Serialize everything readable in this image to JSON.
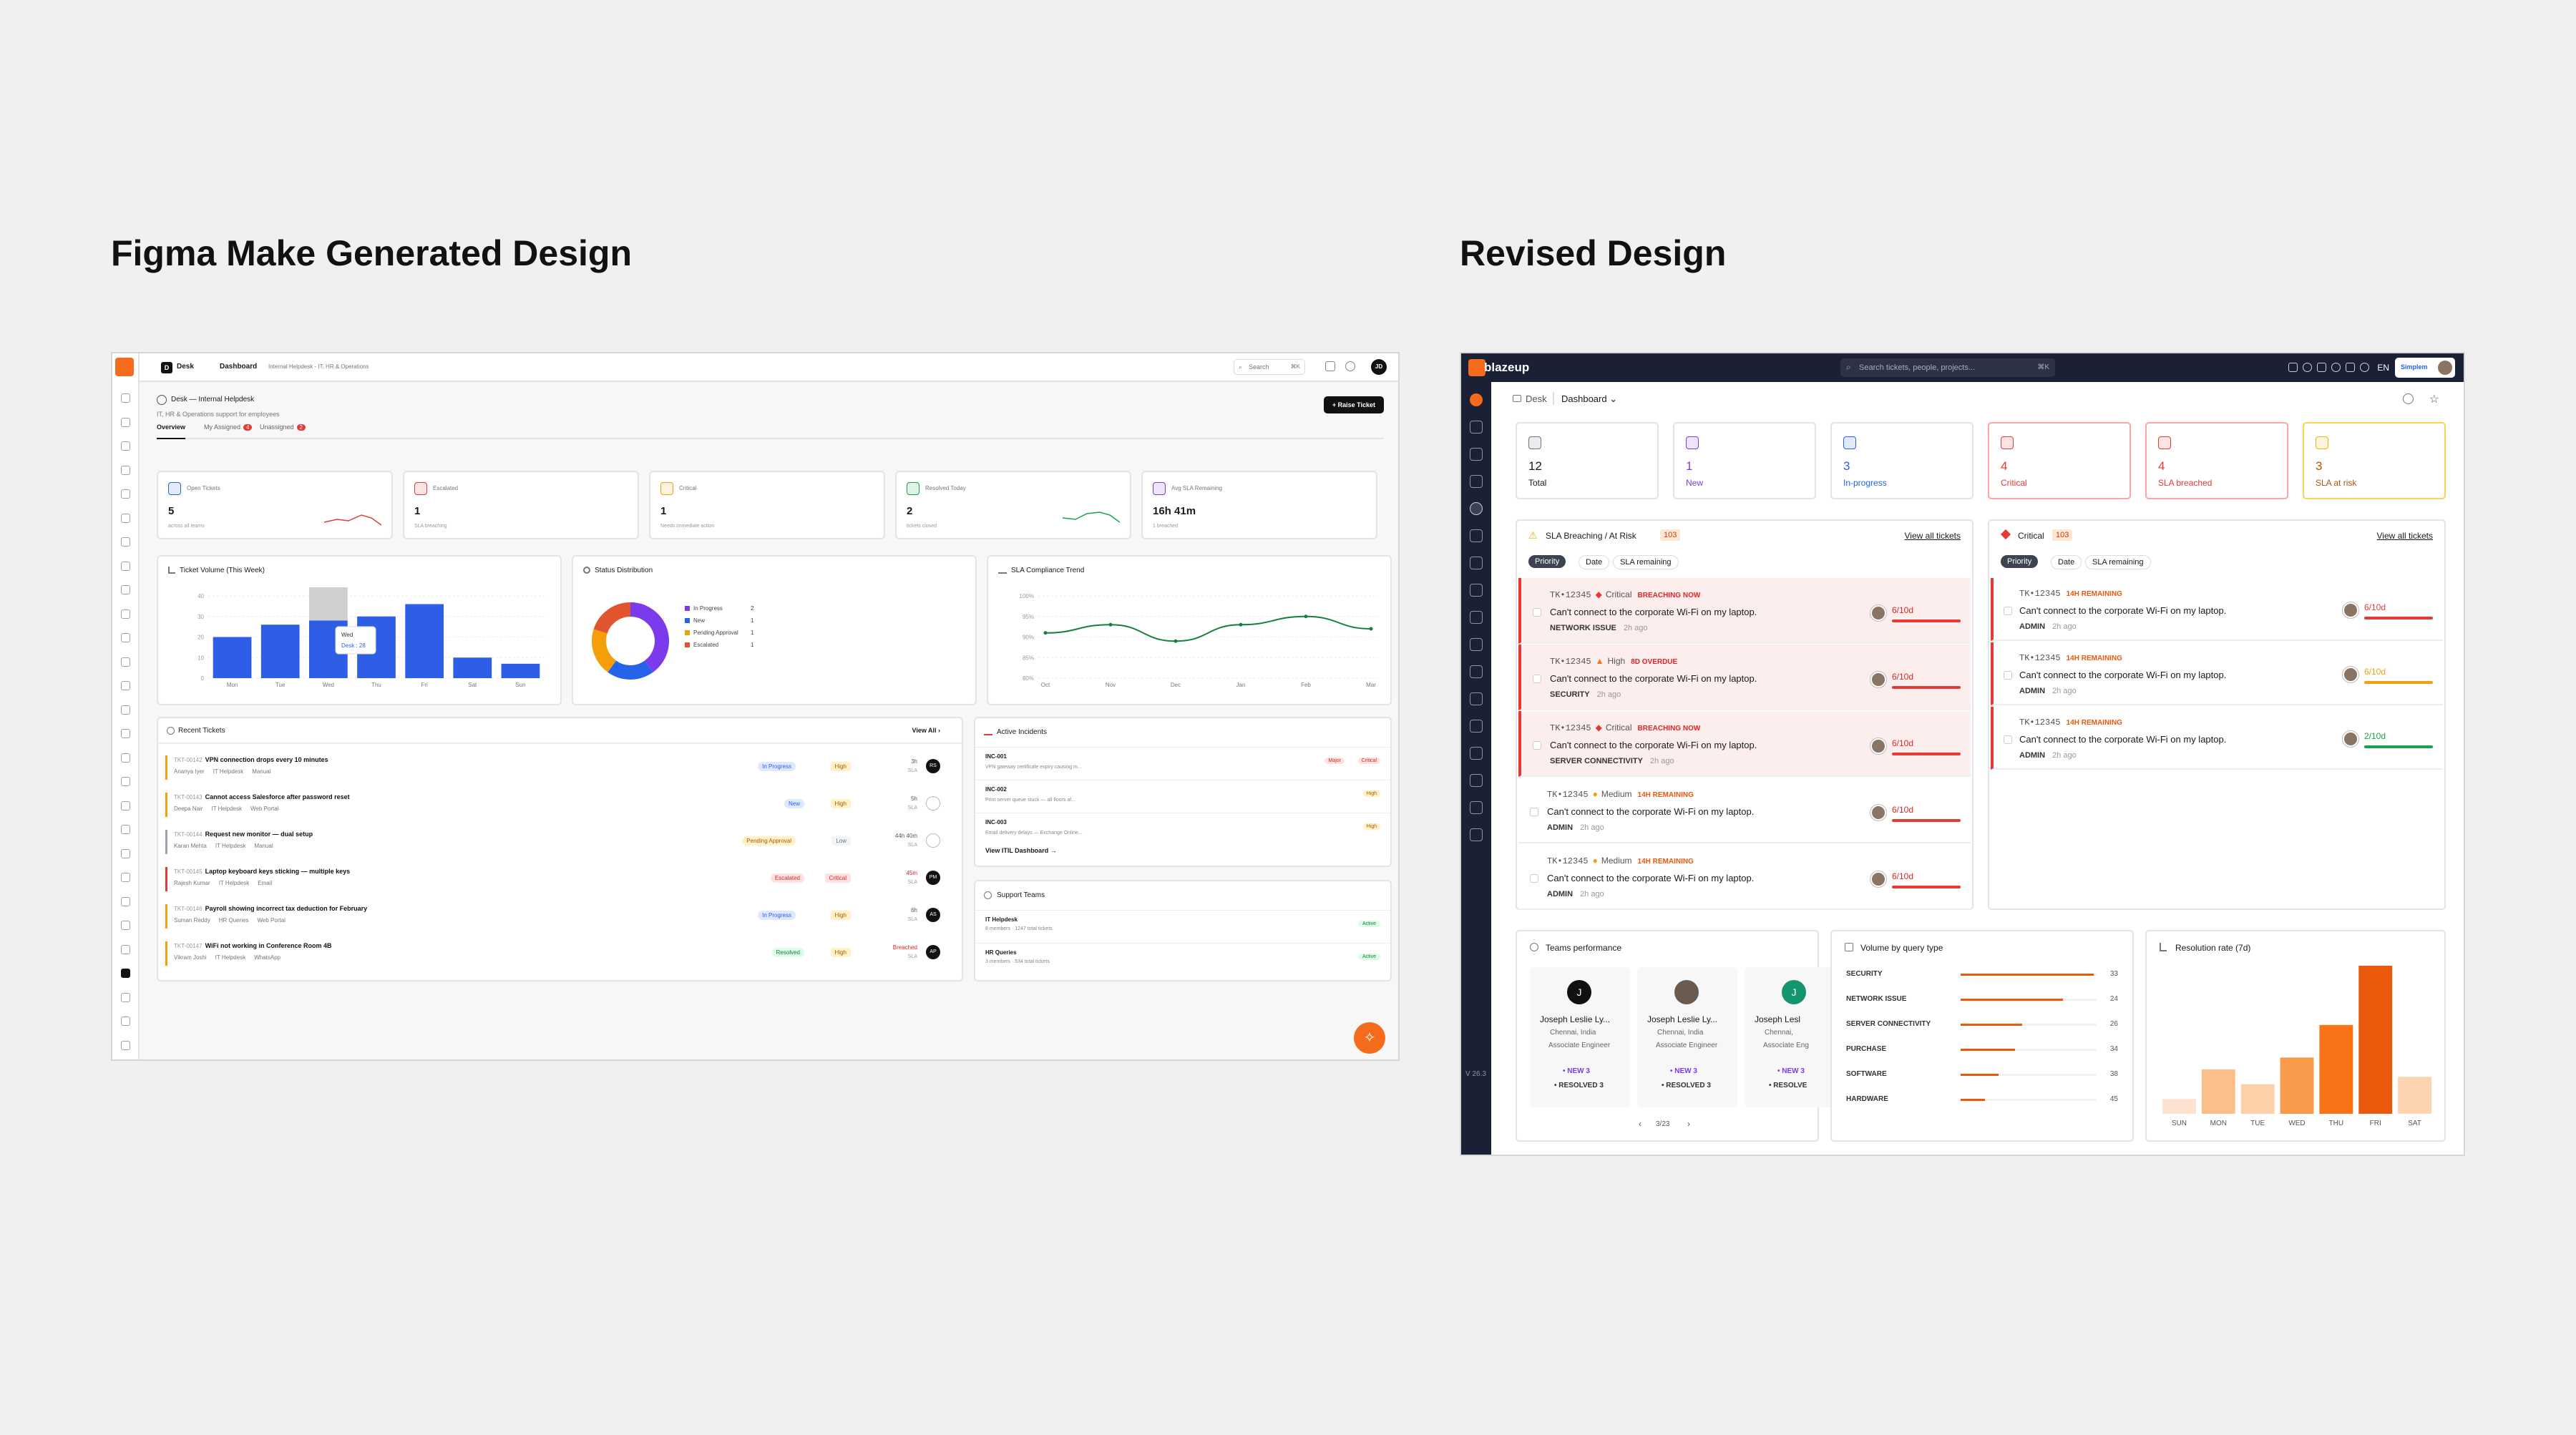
{
  "left_heading": "Figma Make Generated Design",
  "right_heading": "Revised Design",
  "left": {
    "topbar": {
      "app": "Desk",
      "dashboard": "Dashboard",
      "breadcrumb": "Internal Helpdesk - IT, HR & Operations",
      "search": "Search",
      "shortcut": "⌘K",
      "avatar": "JD"
    },
    "page_title": "Desk — Internal Helpdesk",
    "page_subtitle": "IT, HR & Operations support for employees",
    "raise_button": "+ Raise Ticket",
    "tabs": [
      {
        "label": "Overview"
      },
      {
        "label": "My Assigned",
        "count": "4"
      },
      {
        "label": "Unassigned",
        "count": "2"
      }
    ],
    "kpis": [
      {
        "label": "Open Tickets",
        "value": "5",
        "sub": "across all teams",
        "color": "#2563eb"
      },
      {
        "label": "Escalated",
        "value": "1",
        "sub": "SLA breaching",
        "color": "#e53935"
      },
      {
        "label": "Critical",
        "value": "1",
        "sub": "Needs immediate action",
        "color": "#f59e0b"
      },
      {
        "label": "Resolved Today",
        "value": "2",
        "sub": "tickets closed",
        "color": "#16a34a"
      },
      {
        "label": "Avg SLA Remaining",
        "value": "16h 41m",
        "sub": "1 breached",
        "color": "#7c3aed"
      }
    ],
    "volume_title": "Ticket Volume (This Week)",
    "volume_chart": {
      "type": "bar",
      "categories": [
        "Mon",
        "Tue",
        "Wed",
        "Thu",
        "Fri",
        "Sat",
        "Sun"
      ],
      "values": [
        20,
        26,
        28,
        30,
        36,
        10,
        7
      ],
      "ylim": [
        0,
        40
      ],
      "yticks": [
        "40",
        "30",
        "20",
        "10",
        "0"
      ],
      "tooltip_title": "Wed",
      "tooltip_value": "Desk : 28"
    },
    "status_title": "Status Distribution",
    "status_chart": {
      "type": "pie",
      "slices": [
        {
          "name": "In Progress",
          "value": 2,
          "color": "#7c3aed"
        },
        {
          "name": "New",
          "value": 1,
          "color": "#2563eb"
        },
        {
          "name": "Pending Approval",
          "value": 1,
          "color": "#f59e0b"
        },
        {
          "name": "Escalated",
          "value": 1,
          "color": "#e0542e"
        }
      ]
    },
    "sla_title": "SLA Compliance Trend",
    "sla_chart": {
      "type": "line",
      "categories": [
        "Oct",
        "Nov",
        "Dec",
        "Jan",
        "Feb",
        "Mar"
      ],
      "values": [
        91,
        93,
        89,
        93,
        95,
        92
      ],
      "ylim": [
        80,
        100
      ],
      "yticks": [
        "100",
        "95",
        "90",
        "85",
        "80"
      ]
    },
    "recent_title": "Recent Tickets",
    "view_all": "View All ›",
    "tickets": [
      {
        "id": "TKT-00142",
        "title": "VPN connection drops every 10 minutes",
        "person": "Ananya Iyer",
        "team": "IT Helpdesk",
        "channel": "Manual",
        "status": "In Progress",
        "priority": "High",
        "sla": "3h",
        "avatar": "RS",
        "bar": "#f59e0b"
      },
      {
        "id": "TKT-00143",
        "title": "Cannot access Salesforce after password reset",
        "person": "Deepa Nair",
        "team": "IT Helpdesk",
        "channel": "Web Portal",
        "status": "New",
        "priority": "High",
        "sla": "5h",
        "avatar": "",
        "bar": "#f59e0b"
      },
      {
        "id": "TKT-00144",
        "title": "Request new monitor — dual setup",
        "person": "Karan Mehta",
        "team": "IT Helpdesk",
        "channel": "Manual",
        "status": "Pending Approval",
        "priority": "Low",
        "sla": "44h 40m",
        "avatar": "",
        "bar": "#9ca3af"
      },
      {
        "id": "TKT-00145",
        "title": "Laptop keyboard keys sticking — multiple keys",
        "person": "Rajesh Kumar",
        "team": "IT Helpdesk",
        "channel": "Email",
        "status": "Escalated",
        "priority": "Critical",
        "sla": "45m",
        "avatar": "PM",
        "bar": "#e53935"
      },
      {
        "id": "TKT-00146",
        "title": "Payroll showing incorrect tax deduction for February",
        "person": "Suman Reddy",
        "team": "HR Queries",
        "channel": "Web Portal",
        "status": "In Progress",
        "priority": "High",
        "sla": "6h",
        "avatar": "AS",
        "bar": "#f59e0b"
      },
      {
        "id": "TKT-00147",
        "title": "WiFi not working in Conference Room 4B",
        "person": "Vikram Joshi",
        "team": "IT Helpdesk",
        "channel": "WhatsApp",
        "status": "Resolved",
        "priority": "High",
        "sla": "Breached",
        "avatar": "AP",
        "bar": "#f59e0b"
      }
    ],
    "incidents_title": "Active Incidents",
    "incidents": [
      {
        "id": "INC-001",
        "desc": "VPN gateway certificate expiry causing m...",
        "tags": [
          "Major",
          "Critical"
        ]
      },
      {
        "id": "INC-002",
        "desc": "Print server queue stuck — all floors af...",
        "tags": [
          "High"
        ]
      },
      {
        "id": "INC-003",
        "desc": "Email delivery delays — Exchange Online...",
        "tags": [
          "High"
        ]
      }
    ],
    "itil_link": "View ITIL Dashboard →",
    "teams_title": "Support Teams",
    "teams": [
      {
        "name": "IT Helpdesk",
        "meta": "8 members · 1247 total tickets",
        "status": "Active"
      },
      {
        "name": "HR Queries",
        "meta": "3 members · 534 total tickets",
        "status": "Active"
      }
    ]
  },
  "right": {
    "topbar": {
      "brand": "blazeup",
      "search_placeholder": "Search tickets, people, projects...",
      "shortcut": "⌘K",
      "lang": "EN",
      "org": "Simplem"
    },
    "breadcrumb": {
      "app": "Desk",
      "page": "Dashboard"
    },
    "version": "V 26.3",
    "stats": [
      {
        "value": "12",
        "label": "Total",
        "color": "#1a1a1a",
        "accent": "#6b7280"
      },
      {
        "value": "1",
        "label": "New",
        "color": "#7c3aed",
        "accent": "#7c3aed"
      },
      {
        "value": "3",
        "label": "In-progress",
        "color": "#2563eb",
        "accent": "#2563eb"
      },
      {
        "value": "4",
        "label": "Critical",
        "color": "#e53935",
        "accent": "#e53935"
      },
      {
        "value": "4",
        "label": "SLA breached",
        "color": "#e53935",
        "accent": "#e53935"
      },
      {
        "value": "3",
        "label": "SLA at risk",
        "color": "#b45309",
        "accent": "#eab308"
      }
    ],
    "breach_panel": {
      "title": "SLA Breaching / At Risk",
      "count": "103",
      "view_all": "View all tickets",
      "filters": [
        "Priority",
        "Date",
        "SLA remaining"
      ],
      "rows": [
        {
          "id": "TK•12345",
          "priority": "Critical",
          "flag": "BREACHING NOW",
          "title": "Can't connect to the corporate Wi-Fi on my laptop.",
          "category": "NETWORK ISSUE",
          "age": "2h ago",
          "due": "6/10d",
          "hot": true
        },
        {
          "id": "TK•12345",
          "priority": "High",
          "flag": "8D OVERDUE",
          "title": "Can't connect to the corporate Wi-Fi on my laptop.",
          "category": "SECURITY",
          "age": "2h ago",
          "due": "6/10d",
          "hot": true
        },
        {
          "id": "TK•12345",
          "priority": "Critical",
          "flag": "BREACHING NOW",
          "title": "Can't connect to the corporate Wi-Fi on my laptop.",
          "category": "SERVER CONNECTIVITY",
          "age": "2h ago",
          "due": "6/10d",
          "hot": true
        },
        {
          "id": "TK•12345",
          "priority": "Medium",
          "flag": "14H REMAINING",
          "title": "Can't connect to the corporate Wi-Fi on my laptop.",
          "category": "ADMIN",
          "age": "2h ago",
          "due": "6/10d",
          "hot": false
        },
        {
          "id": "TK•12345",
          "priority": "Medium",
          "flag": "14H REMAINING",
          "title": "Can't connect to the corporate Wi-Fi on my laptop.",
          "category": "ADMIN",
          "age": "2h ago",
          "due": "6/10d",
          "hot": false
        }
      ]
    },
    "critical_panel": {
      "title": "Critical",
      "count": "103",
      "view_all": "View all tickets",
      "filters": [
        "Priority",
        "Date",
        "SLA remaining"
      ],
      "rows": [
        {
          "id": "TK•12345",
          "flag": "14H REMAINING",
          "title": "Can't connect to the corporate Wi-Fi on my laptop.",
          "category": "ADMIN",
          "age": "2h ago",
          "due": "6/10d",
          "bar": "#e53935"
        },
        {
          "id": "TK•12345",
          "flag": "14H REMAINING",
          "title": "Can't connect to the corporate Wi-Fi on my laptop.",
          "category": "ADMIN",
          "age": "2h ago",
          "due": "6/10d",
          "bar": "#f59e0b"
        },
        {
          "id": "TK•12345",
          "flag": "14H REMAINING",
          "title": "Can't connect to the corporate Wi-Fi on my laptop.",
          "category": "ADMIN",
          "age": "2h ago",
          "due": "2/10d",
          "bar": "#16a34a"
        }
      ]
    },
    "teams_perf": {
      "title": "Teams performance",
      "pager": "3/23",
      "people": [
        {
          "initial": "J",
          "name": "Joseph Leslie Ly...",
          "location": "Chennai, India",
          "role": "Associate Engineer",
          "new": "• NEW 3",
          "resolved": "• RESOLVED 3",
          "bg": "#111"
        },
        {
          "initial": "",
          "name": "Joseph Leslie Ly...",
          "location": "Chennai, India",
          "role": "Associate Engineer",
          "new": "• NEW 3",
          "resolved": "• RESOLVED 3",
          "bg": "#6b5a4e"
        },
        {
          "initial": "J",
          "name": "Joseph Lesl",
          "location": "Chennai,",
          "role": "Associate Eng",
          "new": "• NEW 3",
          "resolved": "• RESOLVE",
          "bg": "#14956f"
        }
      ]
    },
    "volume_query": {
      "title": "Volume by query type",
      "chart_data": {
        "type": "bar",
        "categories": [
          "SECURITY",
          "NETWORK ISSUE",
          "SERVER CONNECTIVITY",
          "PURCHASE",
          "SOFTWARE",
          "HARDWARE"
        ],
        "values": [
          33,
          24,
          26,
          34,
          38,
          45
        ]
      },
      "fractions": [
        0.98,
        0.75,
        0.45,
        0.4,
        0.28,
        0.18
      ]
    },
    "resolution": {
      "title": "Resolution rate (7d)",
      "chart_data": {
        "type": "bar",
        "categories": [
          "SUN",
          "MON",
          "TUE",
          "WED",
          "THU",
          "FRI",
          "SAT"
        ],
        "values": [
          10,
          30,
          20,
          38,
          60,
          100,
          25
        ],
        "colors": [
          "#fde2cf",
          "#fbbf8a",
          "#fcd0a8",
          "#f99a4b",
          "#f97316",
          "#ea5a0c",
          "#fdd3b0"
        ]
      }
    }
  }
}
